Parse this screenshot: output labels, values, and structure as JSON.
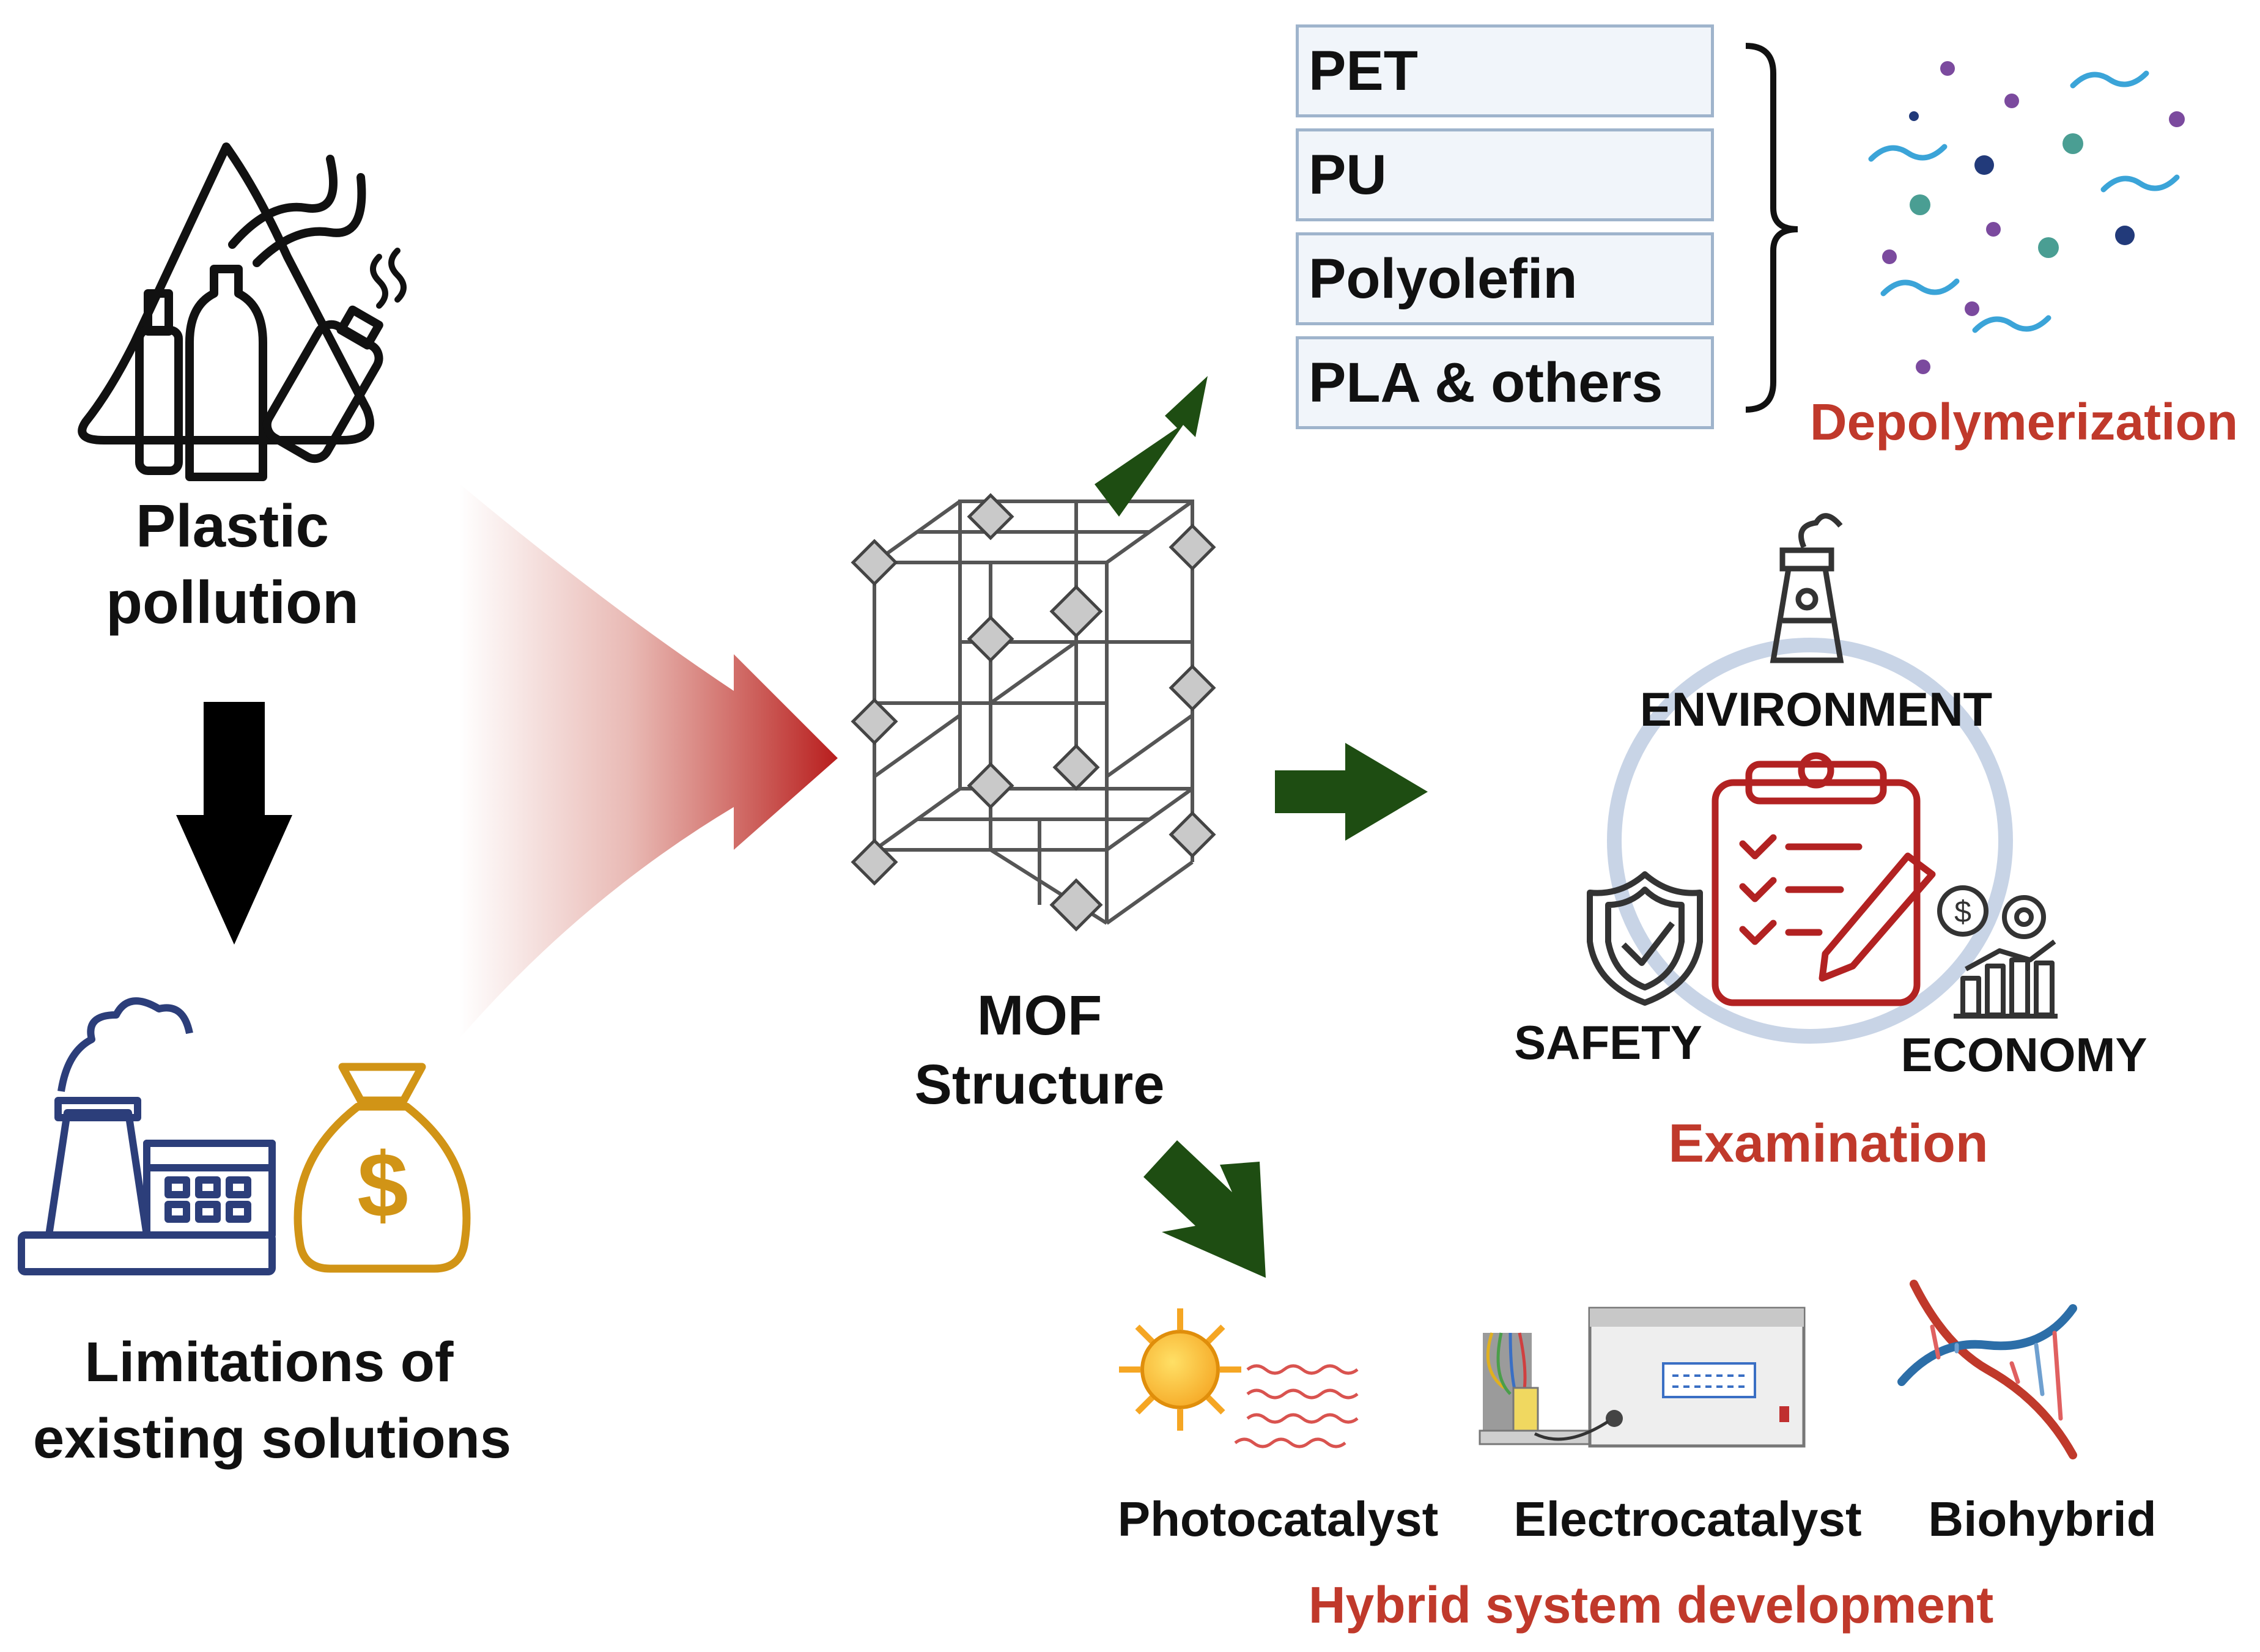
{
  "left": {
    "plastic_title_line1": "Plastic",
    "plastic_title_line2": "pollution",
    "limitations_line1": "Limitations of",
    "limitations_line2": "existing solutions",
    "money_symbol": "$"
  },
  "center": {
    "mof_line1": "MOF",
    "mof_line2": "Structure"
  },
  "depolymerization": {
    "polymers": [
      "PET",
      "PU",
      "Polyolefin",
      "PLA & others"
    ],
    "label": "Depolymerization"
  },
  "examination": {
    "environment": "ENVIRONMENT",
    "safety": "SAFETY",
    "economy": "ECONOMY",
    "label": "Examination"
  },
  "hybrid": {
    "items": [
      "Photocatalyst",
      "Electrocatalyst",
      "Biohybrid"
    ],
    "label": "Hybrid system development"
  },
  "colors": {
    "red_accent": "#c0392b",
    "green_arrow": "#1e4d12",
    "navy_icon": "#2c3e7a",
    "gold_icon": "#d19416",
    "box_fill": "#f1f5fa",
    "box_border": "#9fb4cc",
    "circle_ring": "#c8d4e6"
  },
  "icons": [
    "plastic-recycling-triangle-icon",
    "down-arrow-icon",
    "factory-icon",
    "money-bag-icon",
    "mof-lattice-icon",
    "particle-scatter-icon",
    "power-plant-icon",
    "clipboard-check-icon",
    "shield-check-icon",
    "economy-growth-icon",
    "sun-icon",
    "potentiostat-icon",
    "dna-icon"
  ]
}
